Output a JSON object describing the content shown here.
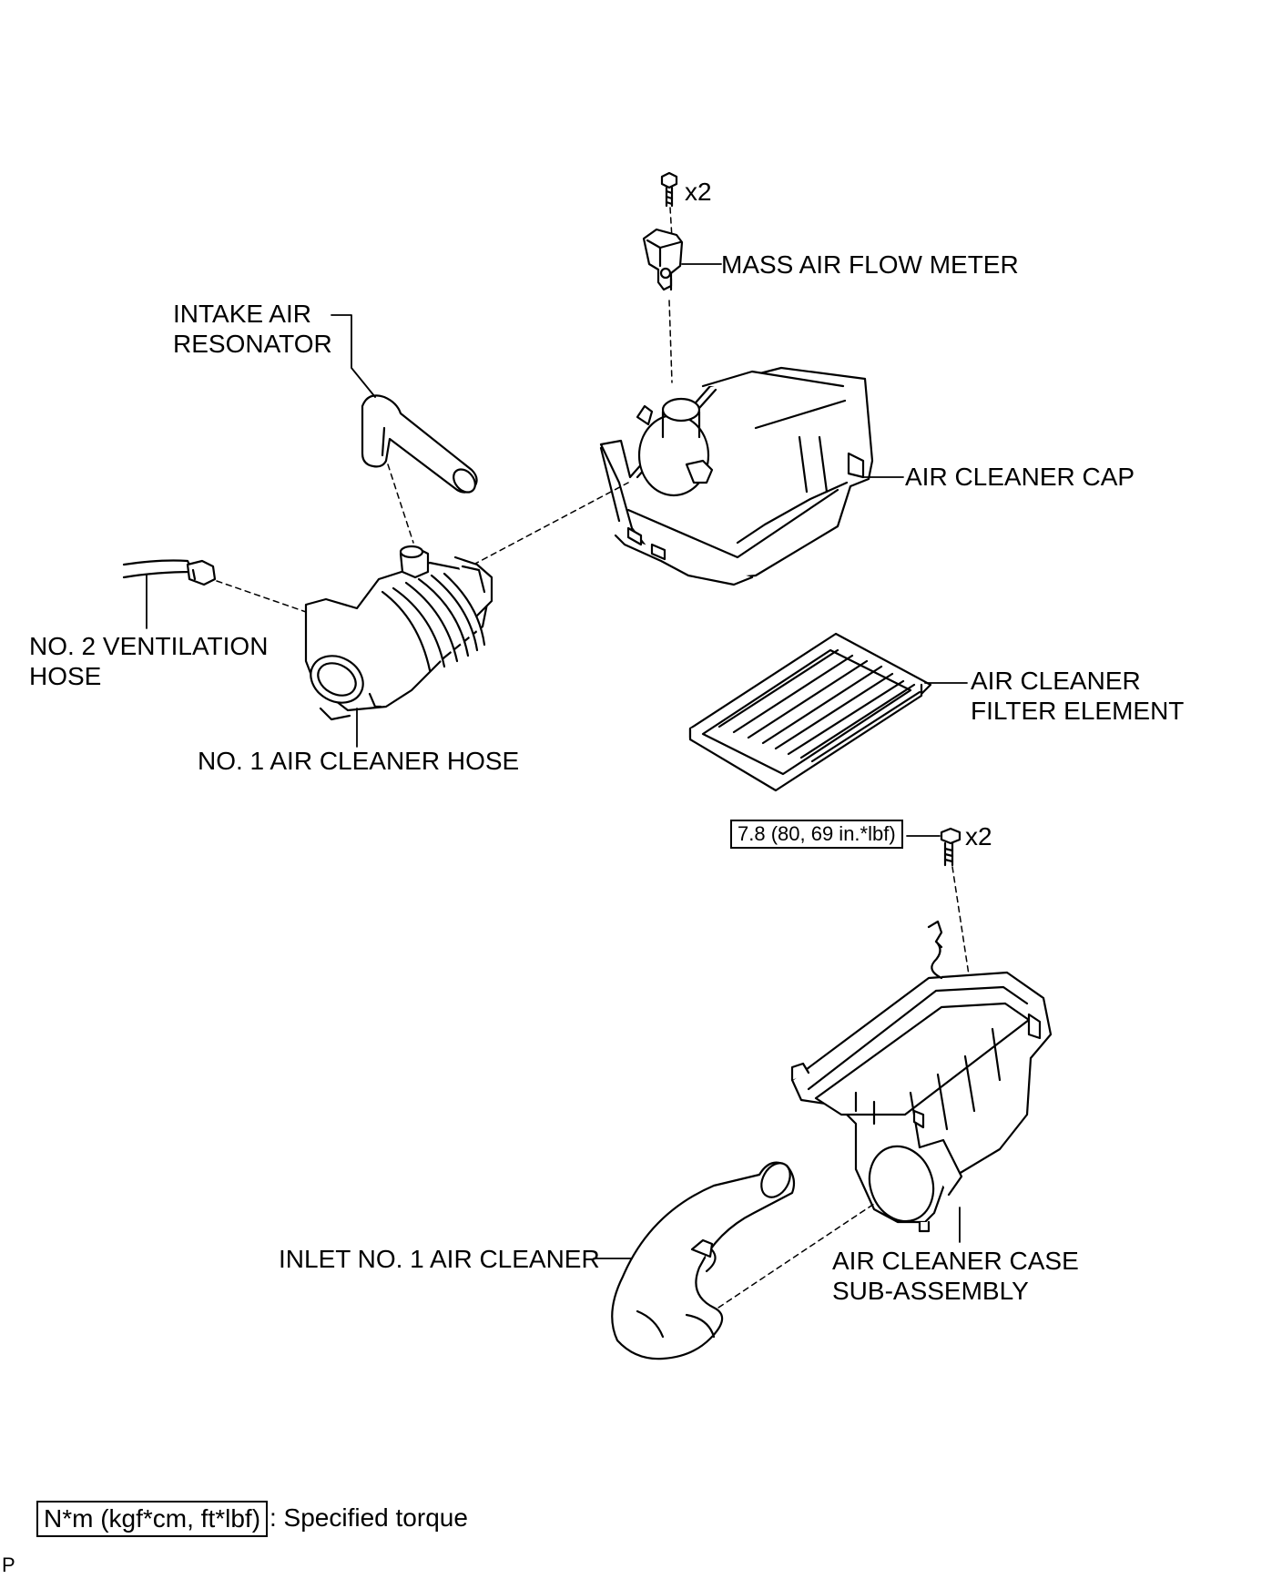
{
  "labels": {
    "bolt_top_qty": "x2",
    "mass_air_flow_meter": "MASS AIR FLOW METER",
    "intake_air_resonator": [
      "INTAKE AIR",
      "RESONATOR"
    ],
    "air_cleaner_cap": "AIR CLEANER CAP",
    "no2_ventilation_hose": [
      "NO. 2 VENTILATION",
      "HOSE"
    ],
    "no1_air_cleaner_hose": "NO. 1 AIR CLEANER HOSE",
    "air_cleaner_filter_element": [
      "AIR CLEANER",
      "FILTER ELEMENT"
    ],
    "torque_value": "7.8 (80, 69 in.*lbf)",
    "bolt_bottom_qty": "x2",
    "inlet_no1_air_cleaner": "INLET NO. 1 AIR CLEANER",
    "air_cleaner_case": [
      "AIR CLEANER CASE",
      "SUB-ASSEMBLY"
    ]
  },
  "legend": {
    "unit_box": "N*m (kgf*cm, ft*lbf)",
    "description": ": Specified torque"
  },
  "corner_mark": "P"
}
